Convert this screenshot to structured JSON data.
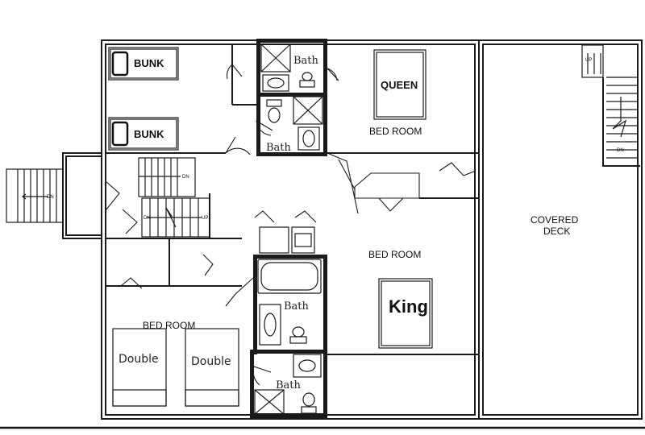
{
  "rooms": {
    "bedroom_top": "BED ROOM",
    "bedroom_middle": "BED ROOM",
    "bedroom_bottom": "BED ROOM",
    "covered_deck_line1": "COVERED",
    "covered_deck_line2": "DECK"
  },
  "beds": {
    "bunk_top": "BUNK",
    "bunk_bottom": "BUNK",
    "queen": "QUEEN",
    "king": "King",
    "double_left": "Double",
    "double_right": "Double"
  },
  "baths": {
    "bath_top_1": "Bath",
    "bath_top_2": "Bath",
    "bath_middle": "Bath",
    "bath_bottom": "Bath"
  },
  "stairs": {
    "left_outside": "DN",
    "hall_dn": "DN",
    "hall_lower_dn": "DN",
    "hall_lower_up": "UP",
    "deck_up": "UP",
    "deck_dn": "DN"
  }
}
